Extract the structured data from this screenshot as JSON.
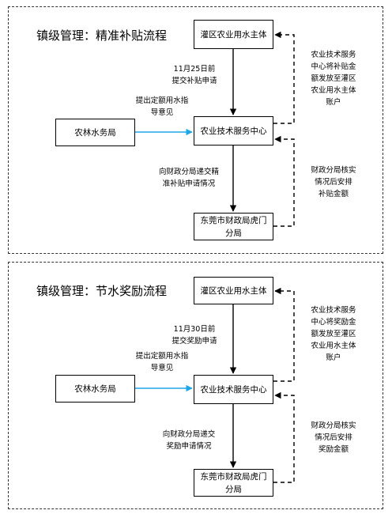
{
  "diagrams": [
    {
      "title": "镇级管理：精准补贴流程",
      "nodes": {
        "top": "灌区农业用水主体",
        "center": "农业技术服务中心",
        "left": "农林水务局",
        "bottom": "东莞市财政局虎门分局"
      },
      "labels": {
        "apply": "11月25日前\n提交补贴申请",
        "opinion": "提出定额用水指\n导意见",
        "submit": "向财政分局递交精\n准补贴申请情况",
        "grant": "农业技术服务\n中心将补贴金\n额发放至灌区\n农业用水主体\n账户",
        "verify": "财政分局核实\n情况后安排\n补贴金额"
      }
    },
    {
      "title": "镇级管理：节水奖励流程",
      "nodes": {
        "top": "灌区农业用水主体",
        "center": "农业技术服务中心",
        "left": "农林水务局",
        "bottom": "东莞市财政局虎门分局"
      },
      "labels": {
        "apply": "11月30日前\n提交奖励申请",
        "opinion": "提出定额用水指\n导意见",
        "submit": "向财政分局递交\n奖励申请情况",
        "grant": "农业技术服务\n中心将奖励金\n额发放至灌区\n农业用水主体\n账户",
        "verify": "财政分局核实\n情况后安排\n奖励金额"
      }
    }
  ],
  "colors": {
    "line": "#000000",
    "accent": "#1ea7e8"
  }
}
